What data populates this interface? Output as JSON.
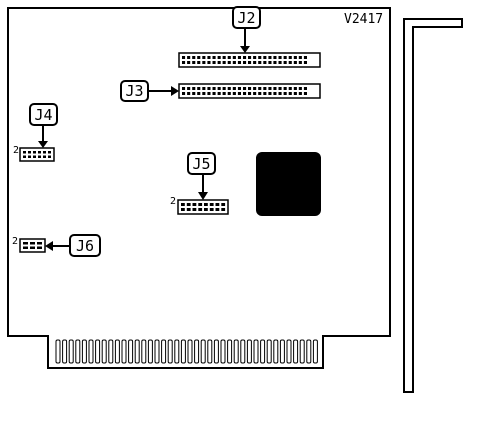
{
  "diagram": {
    "board_code": "V2417",
    "connectors": {
      "j2": {
        "label": "J2"
      },
      "j3": {
        "label": "J3"
      },
      "j4": {
        "label": "J4",
        "pin_label": "2"
      },
      "j5": {
        "label": "J5",
        "pin_label": "2"
      },
      "j6": {
        "label": "J6",
        "pin_label": "2"
      }
    }
  }
}
